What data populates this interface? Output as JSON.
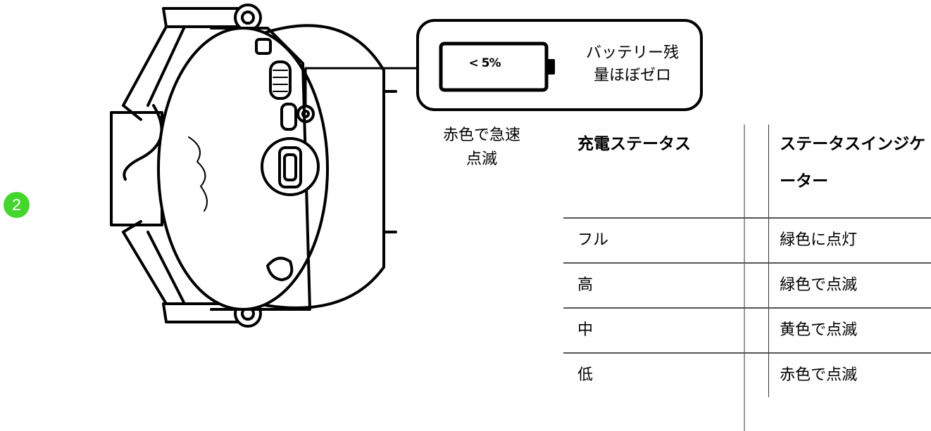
{
  "step": {
    "number": "2",
    "color": "#44d62c"
  },
  "callout": {
    "battery_readout": "< 5%",
    "message_line1": "バッテリー残",
    "message_line2": "量ほぼゼロ"
  },
  "indicator_note": {
    "line1": "赤色で急速",
    "line2": "点滅"
  },
  "status_table": {
    "headers": [
      "充電ステータス",
      "ステータスインジケーター"
    ],
    "rows": [
      [
        "フル",
        "緑色に点灯"
      ],
      [
        "高",
        "緑色で点滅"
      ],
      [
        "中",
        "黄色で点滅"
      ],
      [
        "低",
        "赤色で点滅"
      ]
    ]
  }
}
